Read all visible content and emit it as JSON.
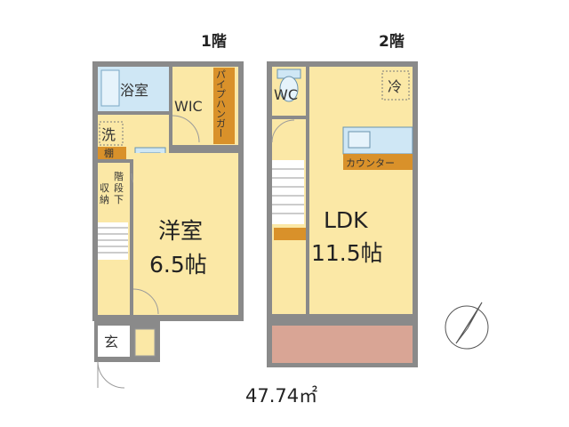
{
  "floors": {
    "first": {
      "title": "1階"
    },
    "second": {
      "title": "2階"
    }
  },
  "rooms": {
    "bath": "浴室",
    "wic": "WIC",
    "shelf_top": "棚",
    "pipe_hanger": "パイプハンガー",
    "wash": "洗",
    "shelf_small": "棚",
    "under_stairs": [
      "階",
      "段",
      "下"
    ],
    "storage": [
      "収",
      "納"
    ],
    "western_room": {
      "name": "洋室",
      "size": "6.5帖"
    },
    "entrance": "玄",
    "wc": "WC",
    "fridge": "冷",
    "counter": "カウンター",
    "ldk": {
      "name": "LDK",
      "size": "11.5帖"
    }
  },
  "total_area": "47.74㎡",
  "compass": {
    "icon": "north-arrow-icon"
  },
  "colors": {
    "wall": "#8a8a8a",
    "floor": "#fbe8a6",
    "tile": "#cfe7f5",
    "shelf": "#d9912a",
    "veranda": "#d9a595"
  }
}
